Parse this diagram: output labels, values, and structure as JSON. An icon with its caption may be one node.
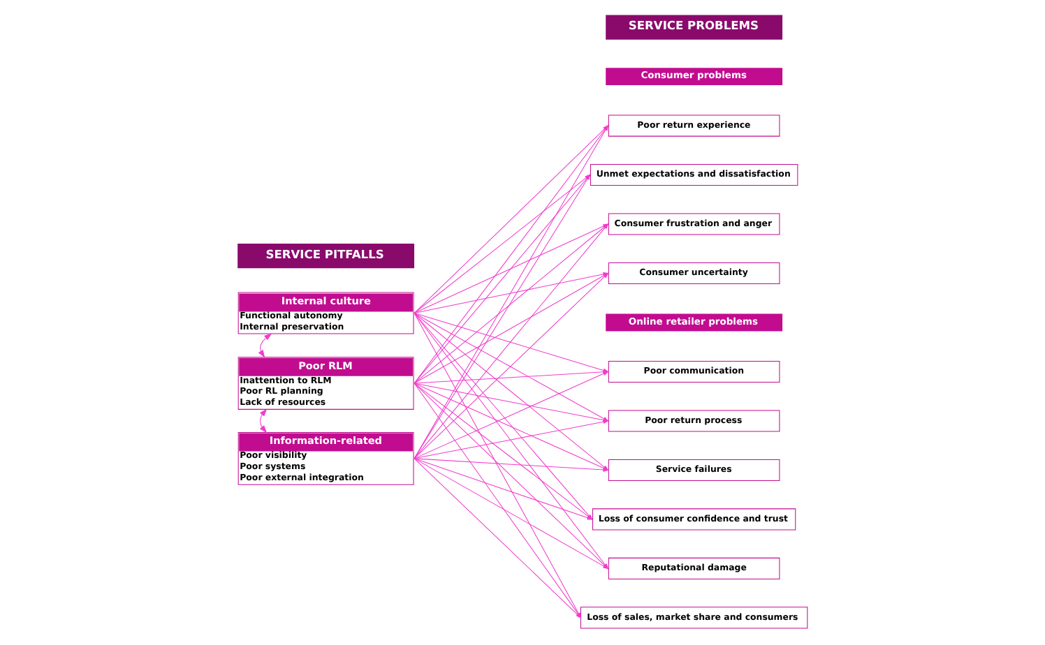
{
  "diagram": {
    "nodes": [
      {
        "text": [
          "SERVICE PITFALLS"
        ]
      },
      {
        "text": [
          "Internal culture",
          "Functional autonomy",
          "Internal preservation"
        ]
      },
      {
        "text": [
          "Poor RLM",
          "Inattention to RLM",
          "Poor RL planning",
          "Lack of resources"
        ]
      },
      {
        "text": [
          "Information-related",
          "Poor visibility",
          "Poor systems",
          "Poor external integration"
        ]
      },
      {
        "text": [
          "SERVICE PROBLEMS"
        ]
      },
      {
        "text": [
          "Consumer problems"
        ]
      },
      {
        "text": [
          "Poor return experience"
        ]
      },
      {
        "text": [
          "Unmet expectations and dissatisfaction"
        ]
      },
      {
        "text": [
          "Consumer frustration and anger"
        ]
      },
      {
        "text": [
          "Consumer uncertainty"
        ]
      },
      {
        "text": [
          "Online retailer problems"
        ]
      },
      {
        "text": [
          "Poor communication"
        ]
      },
      {
        "text": [
          "Poor return process"
        ]
      },
      {
        "text": [
          "Service failures"
        ]
      },
      {
        "text": [
          "Loss of consumer confidence and trust"
        ]
      },
      {
        "text": [
          "Reputational damage"
        ]
      },
      {
        "text": [
          "Loss of sales, market share and consumers"
        ]
      }
    ],
    "edges": [
      {
        "from": 1,
        "to": 2,
        "arrow": "both"
      },
      {
        "from": 2,
        "to": 3,
        "arrow": "both"
      },
      {
        "from": 1,
        "to": 6,
        "arrow": "to"
      },
      {
        "from": 1,
        "to": 7,
        "arrow": "to"
      },
      {
        "from": 1,
        "to": 8,
        "arrow": "to"
      },
      {
        "from": 1,
        "to": 9,
        "arrow": "to"
      },
      {
        "from": 1,
        "to": 11,
        "arrow": "to"
      },
      {
        "from": 1,
        "to": 12,
        "arrow": "to"
      },
      {
        "from": 1,
        "to": 13,
        "arrow": "to"
      },
      {
        "from": 1,
        "to": 14,
        "arrow": "to"
      },
      {
        "from": 1,
        "to": 15,
        "arrow": "to"
      },
      {
        "from": 1,
        "to": 16,
        "arrow": "to"
      },
      {
        "from": 2,
        "to": 6,
        "arrow": "to"
      },
      {
        "from": 2,
        "to": 7,
        "arrow": "to"
      },
      {
        "from": 2,
        "to": 8,
        "arrow": "to"
      },
      {
        "from": 2,
        "to": 9,
        "arrow": "to"
      },
      {
        "from": 2,
        "to": 11,
        "arrow": "to"
      },
      {
        "from": 2,
        "to": 12,
        "arrow": "to"
      },
      {
        "from": 2,
        "to": 13,
        "arrow": "to"
      },
      {
        "from": 2,
        "to": 14,
        "arrow": "to"
      },
      {
        "from": 2,
        "to": 15,
        "arrow": "to"
      },
      {
        "from": 2,
        "to": 16,
        "arrow": "to"
      },
      {
        "from": 3,
        "to": 6,
        "arrow": "to"
      },
      {
        "from": 3,
        "to": 7,
        "arrow": "to"
      },
      {
        "from": 3,
        "to": 8,
        "arrow": "to"
      },
      {
        "from": 3,
        "to": 9,
        "arrow": "to"
      },
      {
        "from": 3,
        "to": 11,
        "arrow": "to"
      },
      {
        "from": 3,
        "to": 12,
        "arrow": "to"
      },
      {
        "from": 3,
        "to": 13,
        "arrow": "to"
      },
      {
        "from": 3,
        "to": 14,
        "arrow": "to"
      },
      {
        "from": 3,
        "to": 15,
        "arrow": "to"
      },
      {
        "from": 3,
        "to": 16,
        "arrow": "to"
      }
    ]
  }
}
